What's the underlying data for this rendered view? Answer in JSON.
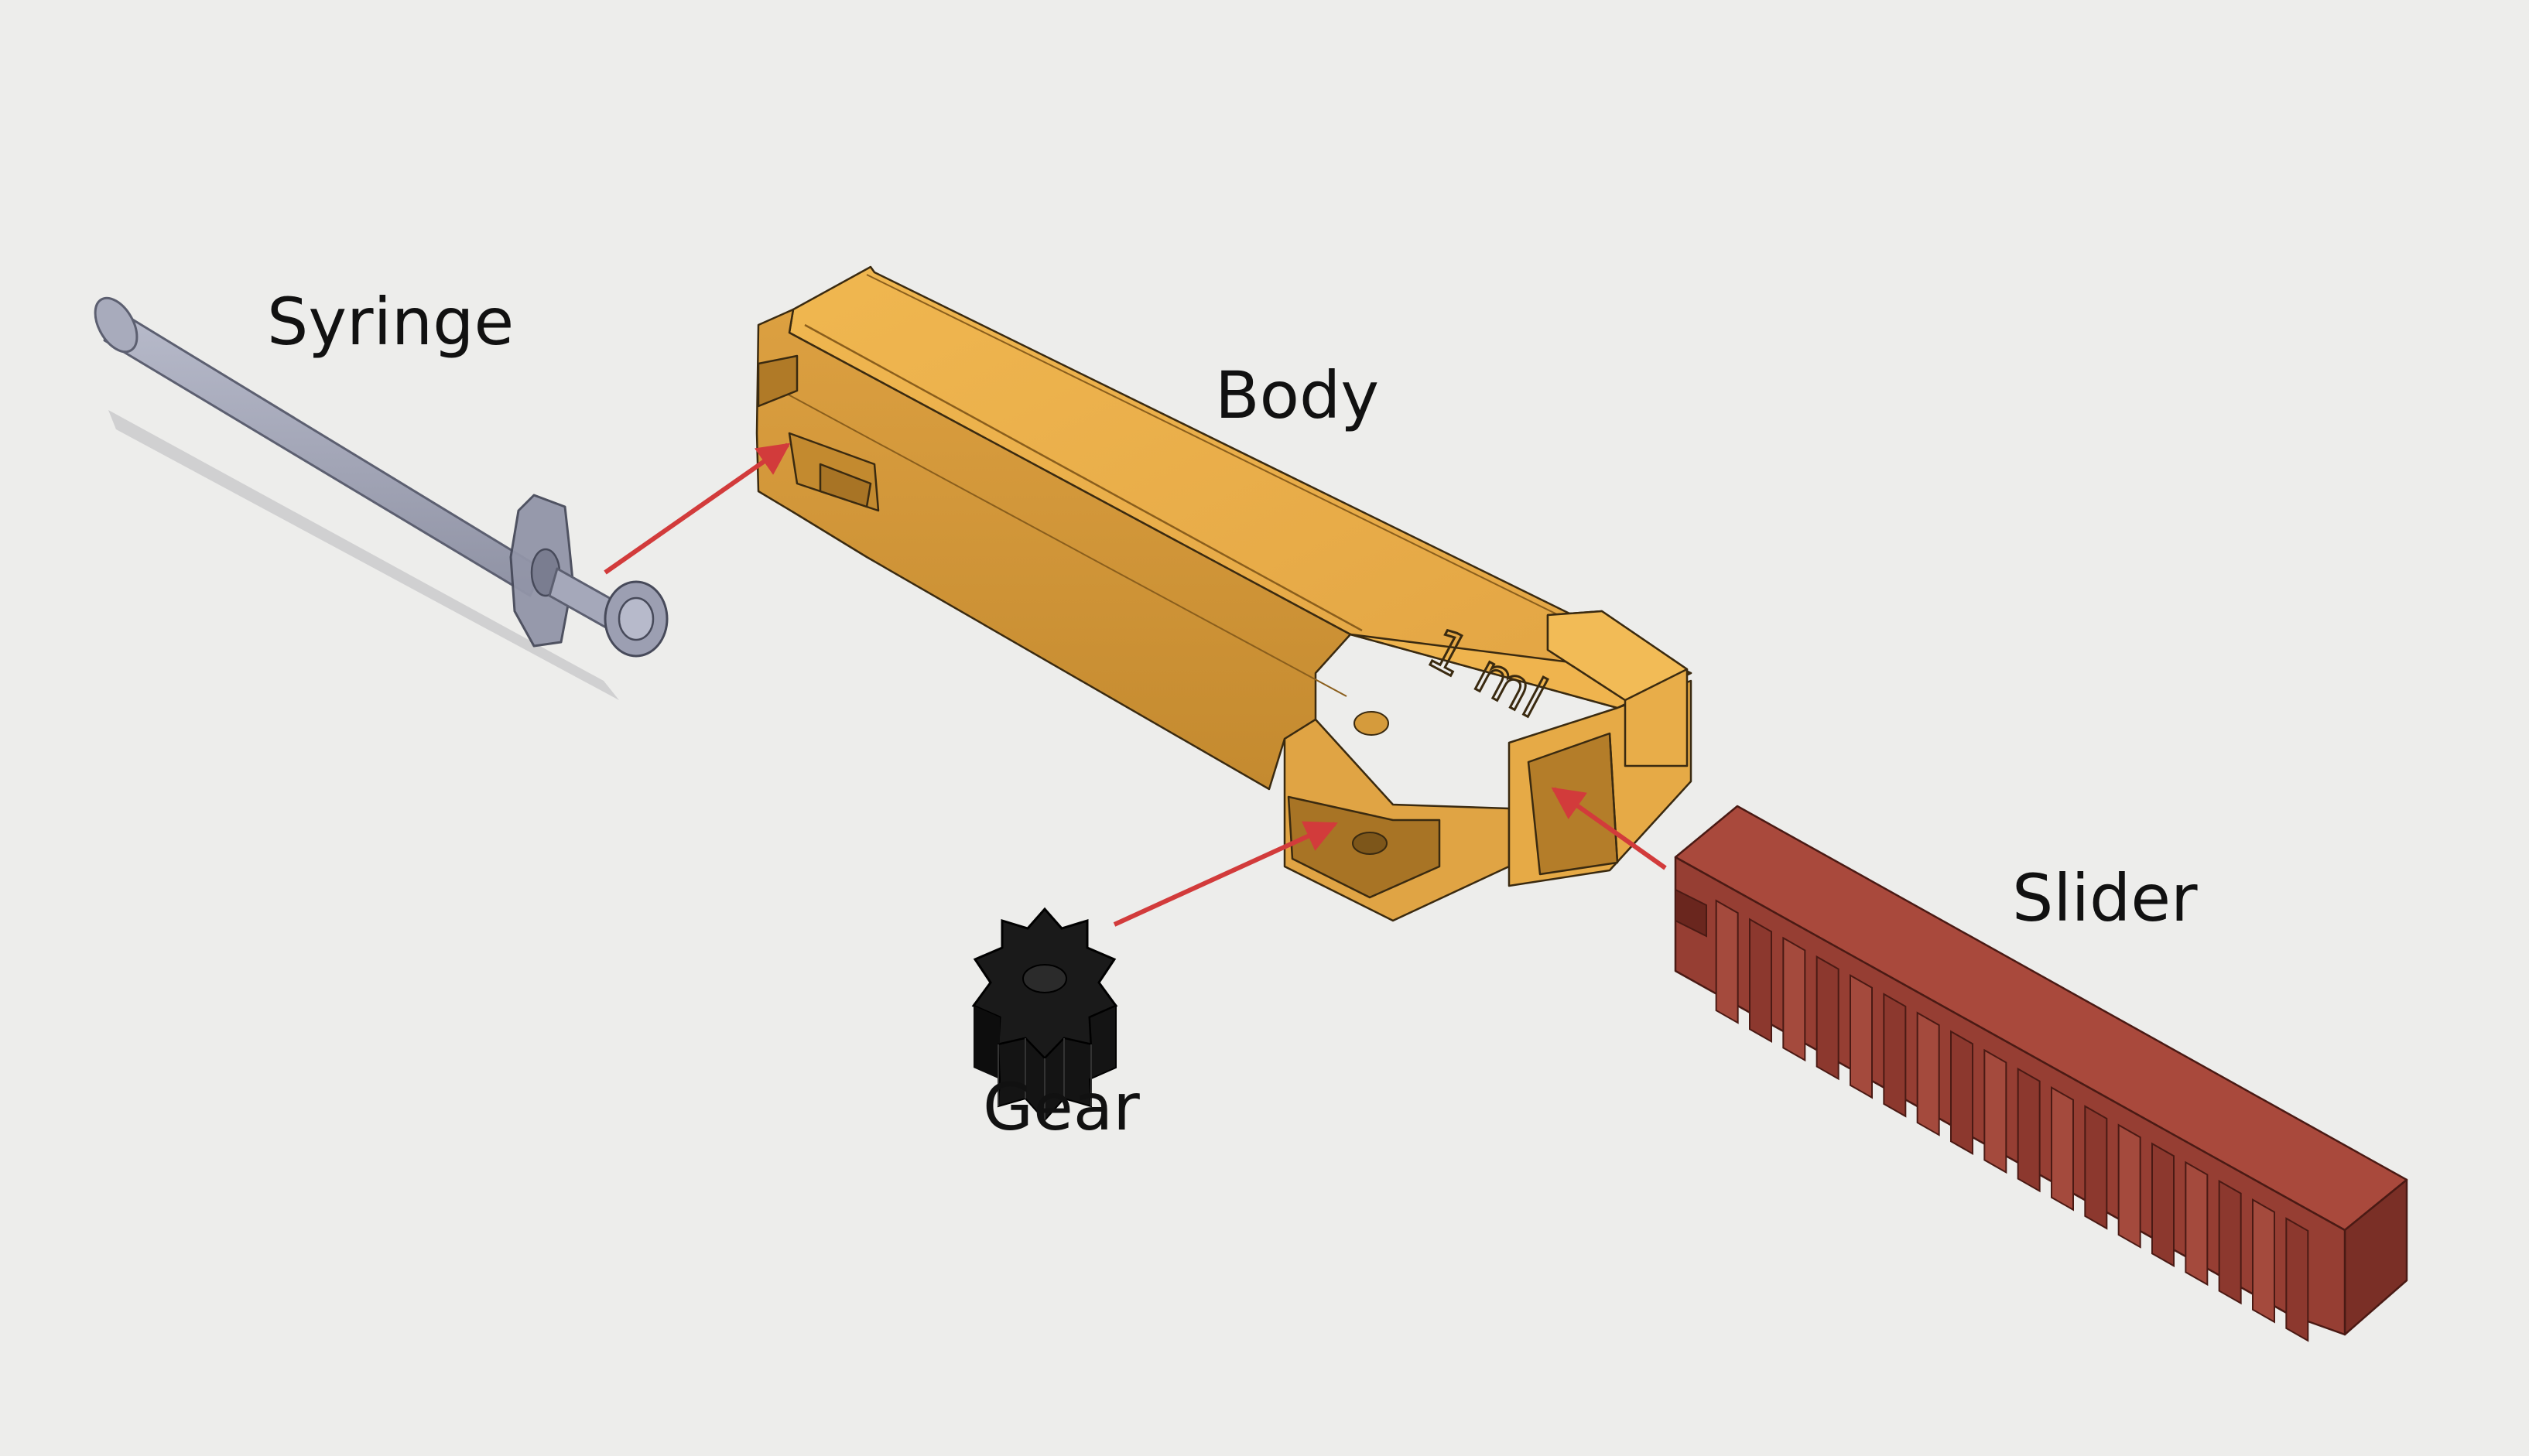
{
  "labels": {
    "syringe": "Syringe",
    "body": "Body",
    "gear": "Gear",
    "slider": "Slider",
    "volume_marking": "1 ml"
  },
  "colors": {
    "background": "#ededeb",
    "body": "#e4a845",
    "body_shade": "#c98e2e",
    "body_dark": "#a87425",
    "slider": "#a0453a",
    "slider_shade": "#7e3229",
    "gear": "#151515",
    "syringe": "#9c9fb0",
    "arrow": "#d23b3b"
  }
}
